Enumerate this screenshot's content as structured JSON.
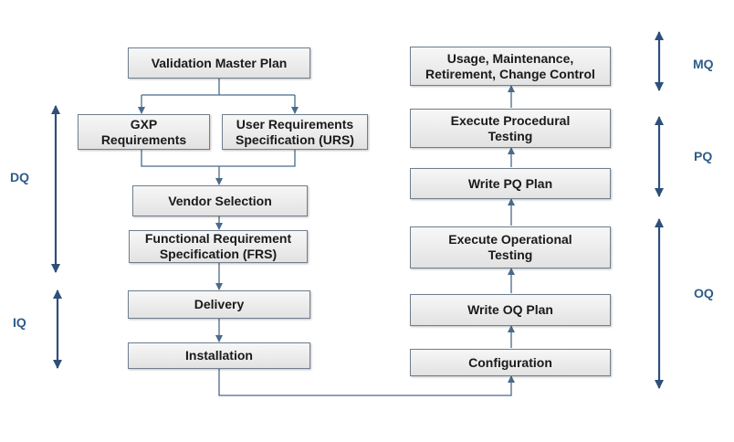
{
  "boxes": {
    "vmp": "Validation Master Plan",
    "gxp": "GXP\nRequirements",
    "urs": "User Requirements\nSpecification (URS)",
    "vendor": "Vendor Selection",
    "frs": "Functional Requirement\nSpecification (FRS)",
    "delivery": "Delivery",
    "installation": "Installation",
    "configuration": "Configuration",
    "write_oq": "Write OQ Plan",
    "exec_op": "Execute Operational\nTesting",
    "write_pq": "Write PQ Plan",
    "exec_proc": "Execute Procedural\nTesting",
    "usage": "Usage, Maintenance,\nRetirement, Change Control"
  },
  "phases": {
    "dq": "DQ",
    "iq": "IQ",
    "mq": "MQ",
    "pq": "PQ",
    "oq": "OQ"
  },
  "colors": {
    "connector": "#4a6a8a",
    "phase_arrow": "#2e4f7a",
    "phase_label": "#2e5c8a"
  }
}
